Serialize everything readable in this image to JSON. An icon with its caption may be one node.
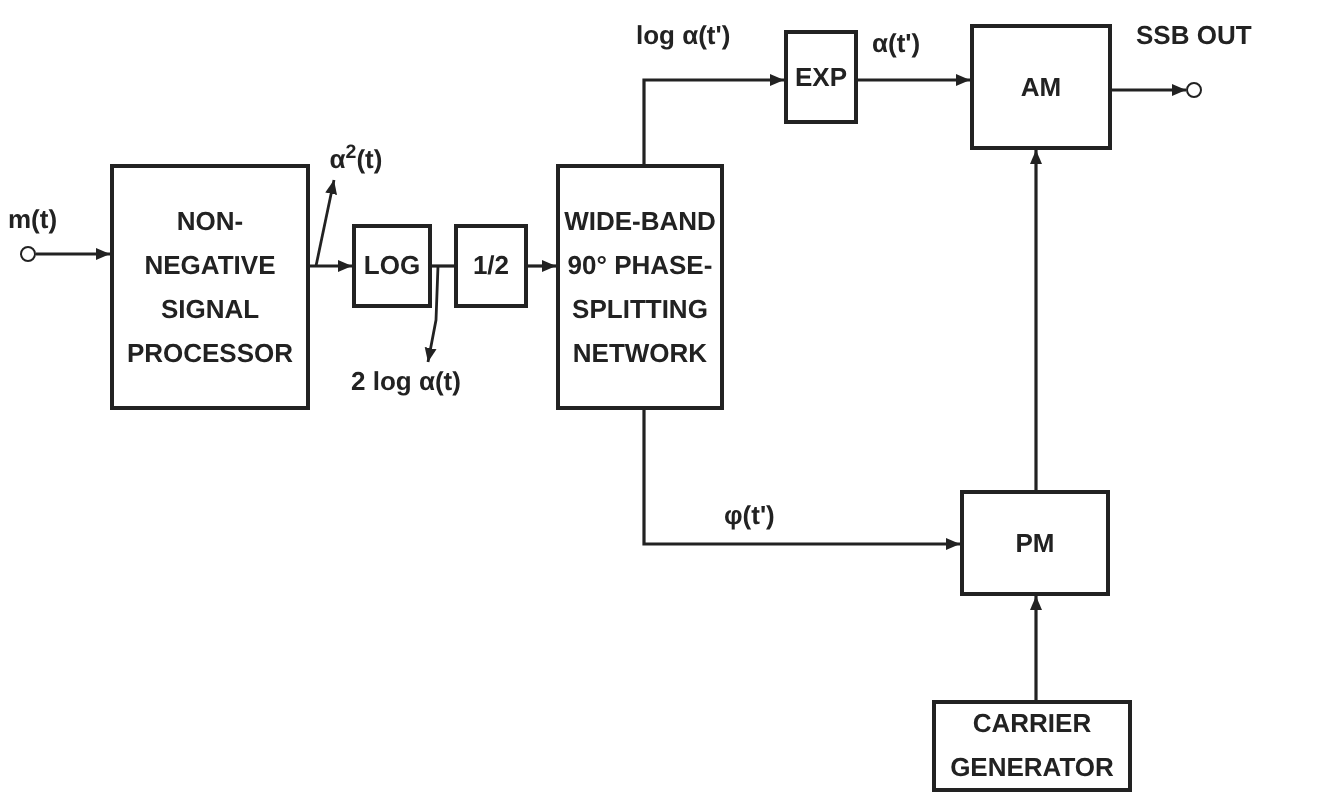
{
  "diagram": {
    "nodes": [
      {
        "text": [],
        "shape": "circle",
        "beside": [
          "m(t)"
        ]
      },
      {
        "text": [
          "NON- NEGATIVE SIGNAL PROCESSOR"
        ]
      },
      {
        "text": [
          "LOG"
        ]
      },
      {
        "text": [
          "1/2"
        ]
      },
      {
        "text": [
          "WIDE-BAND 90° PHASE- SPLITTING NETWORK"
        ]
      },
      {
        "text": [
          "EXP"
        ]
      },
      {
        "text": [
          "AM"
        ]
      },
      {
        "text": [
          "PM"
        ]
      },
      {
        "text": [
          "CARRIER GENERATOR"
        ]
      },
      {
        "text": [],
        "shape": "circle",
        "beside": [
          "SSB OUT"
        ]
      },
      {
        "text": [
          "α$^{2}$(t)"
        ]
      },
      {
        "text": [
          "2 log α(t)"
        ]
      }
    ],
    "edges": [
      {
        "from": 0,
        "to": 1,
        "arrow": "to"
      },
      {
        "from": 1,
        "to": 2,
        "arrow": "to"
      },
      {
        "from": 2,
        "to": 3,
        "arrow": "none"
      },
      {
        "from": 3,
        "to": 4,
        "arrow": "to"
      },
      {
        "from": 4,
        "to": 5,
        "arrow": "to",
        "label": "log α(t')"
      },
      {
        "from": 5,
        "to": 6,
        "arrow": "to",
        "label": "α(t')"
      },
      {
        "from": 6,
        "to": 9,
        "arrow": "to"
      },
      {
        "from": 4,
        "to": 7,
        "arrow": "to",
        "label": "φ(t')"
      },
      {
        "from": 7,
        "to": 6,
        "arrow": "to"
      },
      {
        "from": 8,
        "to": 7,
        "arrow": "to"
      },
      {
        "from": 1,
        "to": 10,
        "arrow": "to"
      },
      {
        "from": 2,
        "to": 11,
        "arrow": "to"
      }
    ]
  }
}
